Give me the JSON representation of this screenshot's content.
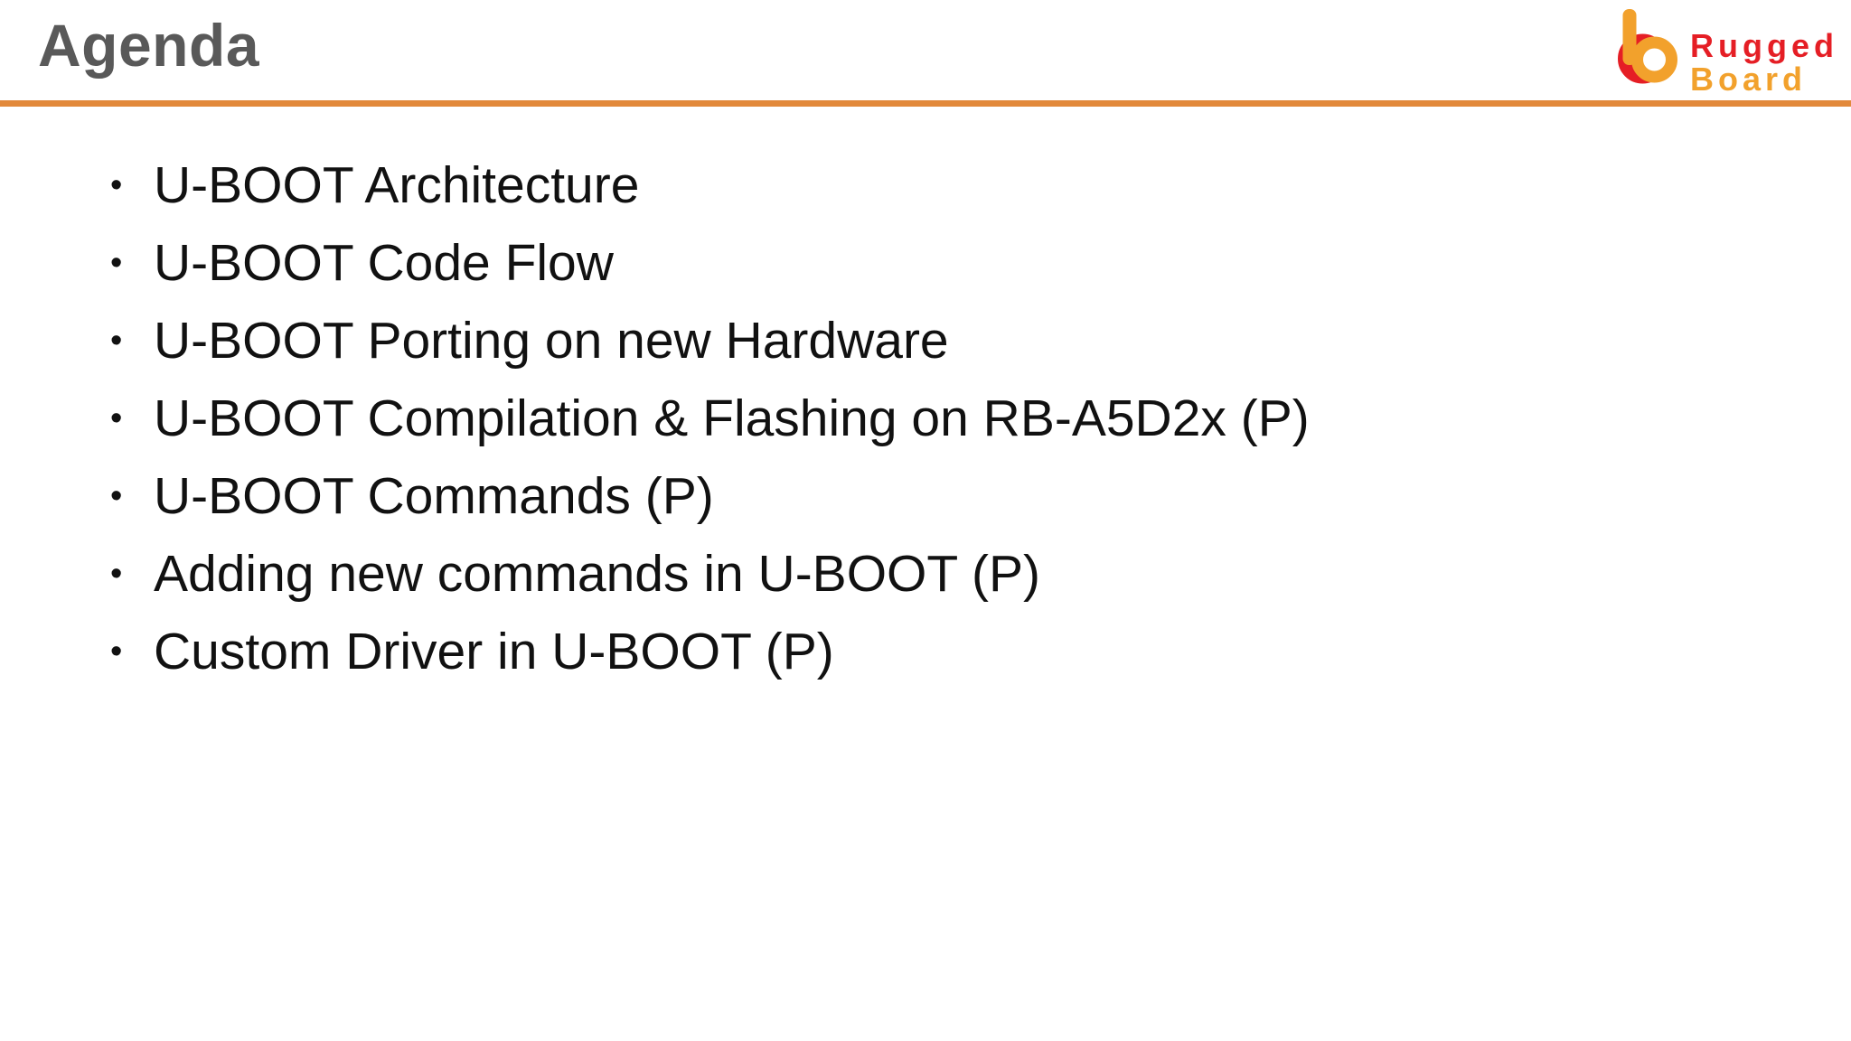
{
  "header": {
    "title": "Agenda",
    "logo": {
      "word1": "Rugged",
      "word2": "Board"
    }
  },
  "colors": {
    "title_text": "#595959",
    "body_text": "#111111",
    "accent_line": "#E2893B",
    "logo_red": "#E51E25",
    "logo_orange": "#F2A12C",
    "background": "#FFFFFF"
  },
  "agenda": {
    "bullet_glyph": "•",
    "items": [
      "U-BOOT Architecture",
      "U-BOOT Code Flow",
      "U-BOOT Porting on new Hardware",
      "U-BOOT Compilation & Flashing on RB-A5D2x (P)",
      "U-BOOT Commands (P)",
      "Adding new commands in U-BOOT (P)",
      "Custom Driver in U-BOOT (P)"
    ]
  }
}
